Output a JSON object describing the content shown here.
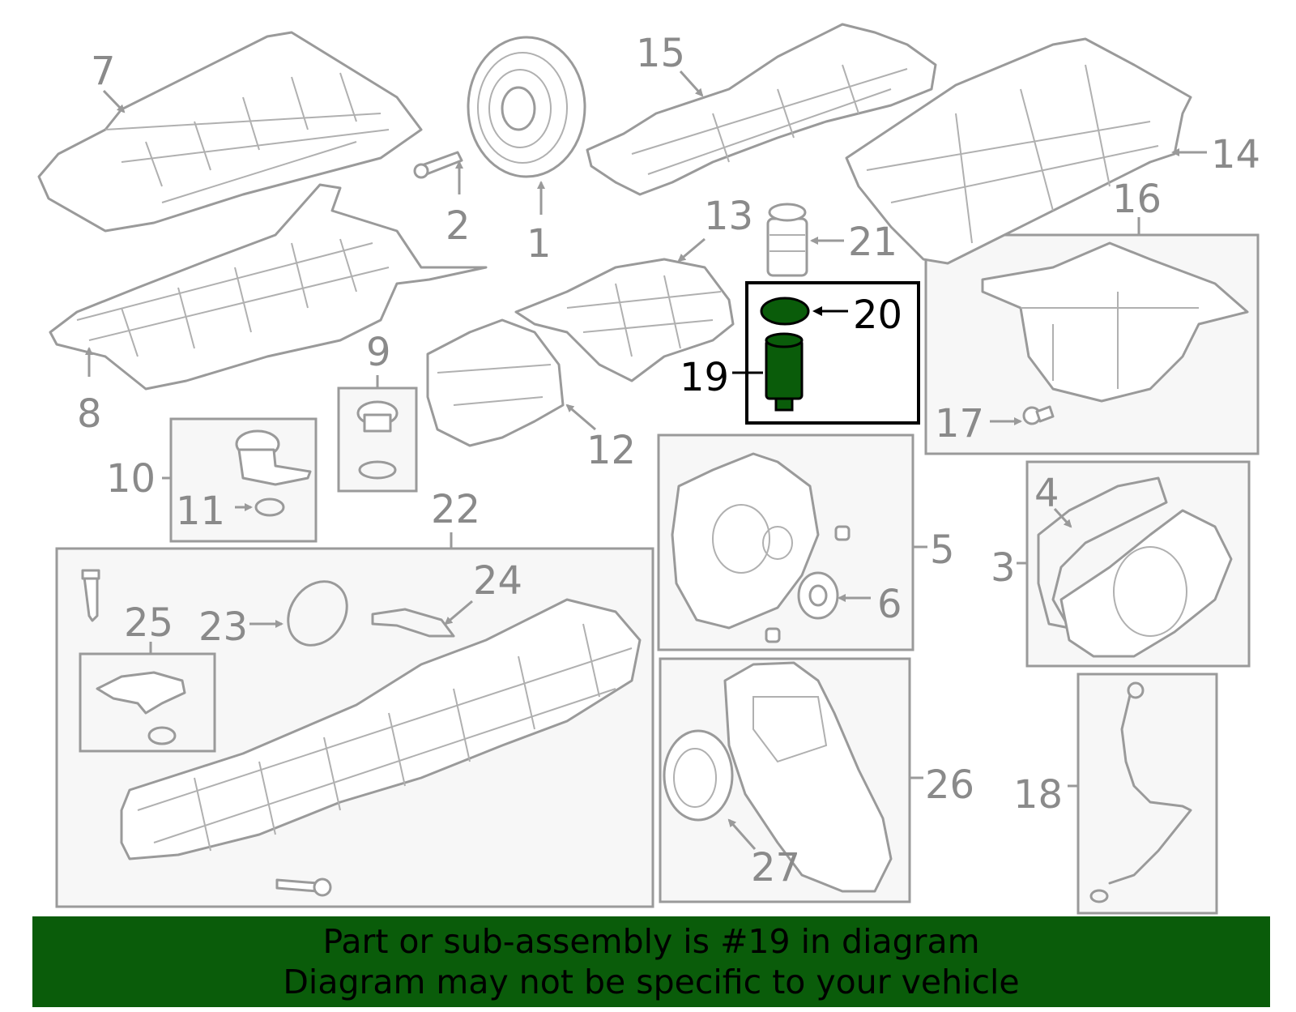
{
  "diagram": {
    "highlight_part": "19",
    "highlight_color": "#0a5c0a",
    "label_color": "#8a8a8a",
    "labels": {
      "p1": "1",
      "p2": "2",
      "p3": "3",
      "p4": "4",
      "p5": "5",
      "p6": "6",
      "p7": "7",
      "p8": "8",
      "p9": "9",
      "p10": "10",
      "p11": "11",
      "p12": "12",
      "p13": "13",
      "p14": "14",
      "p15": "15",
      "p16": "16",
      "p17": "17",
      "p18": "18",
      "p19": "19",
      "p20": "20",
      "p21": "21",
      "p22": "22",
      "p23": "23",
      "p24": "24",
      "p25": "25",
      "p26": "26",
      "p27": "27"
    }
  },
  "banner": {
    "line1": "Part or sub-assembly is #19 in diagram",
    "line2": "Diagram may not be specific to your vehicle",
    "background": "#0a5c0a"
  }
}
